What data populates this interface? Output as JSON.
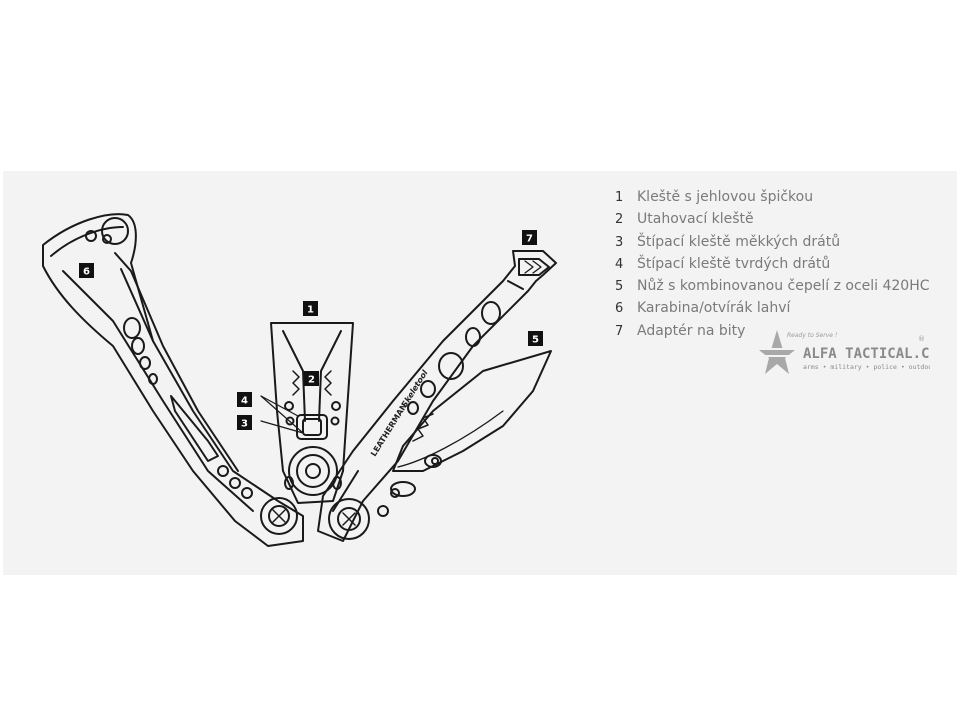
{
  "legend": [
    {
      "num": "1",
      "label": "Kleště s jehlovou špičkou"
    },
    {
      "num": "2",
      "label": "Utahovací kleště"
    },
    {
      "num": "3",
      "label": "Štípací kleště měkkých drátů"
    },
    {
      "num": "4",
      "label": "Štípací kleště tvrdých drátů"
    },
    {
      "num": "5",
      "label": "Nůž s kombinovanou čepelí z oceli 420HC"
    },
    {
      "num": "6",
      "label": "Karabina/otvírák lahví"
    },
    {
      "num": "7",
      "label": "Adaptér na bity"
    }
  ],
  "badges": {
    "b1": "1",
    "b2": "2",
    "b3": "3",
    "b4": "4",
    "b5": "5",
    "b6": "6",
    "b7": "7"
  },
  "engraving": {
    "brand": "LEATHERMAN",
    "model": "Skeletool"
  },
  "logo": {
    "tagline": "Ready to Serve !",
    "name": "ALFA TACTICAL.CZ",
    "sub": "arms • military • police • outdoor",
    "reg": "®"
  },
  "colors": {
    "panel": "#f3f3f3",
    "ink": "#1a1a1a",
    "legend_text": "#7a7a7a",
    "logo": "#8a8a8a"
  }
}
